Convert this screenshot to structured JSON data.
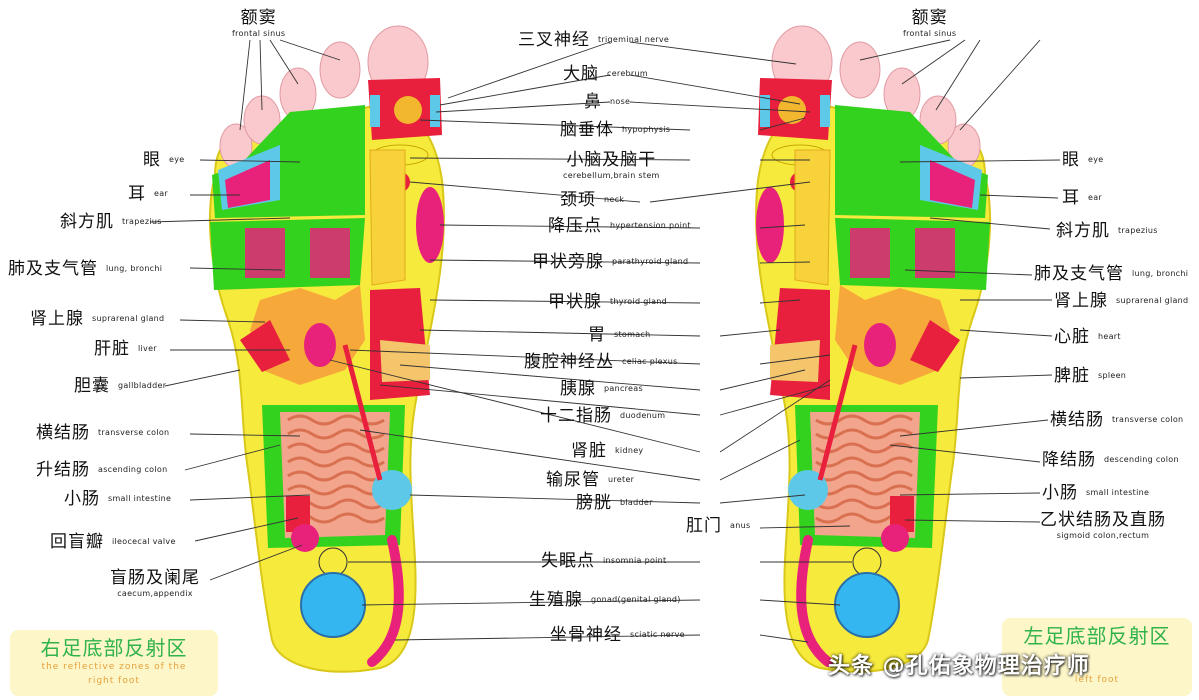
{
  "center_labels": [
    {
      "id": "trigeminal",
      "zh": "三叉神经",
      "en": "trigeminal nerve"
    },
    {
      "id": "cerebrum",
      "zh": "大脑",
      "en": "cerebrum"
    },
    {
      "id": "nose",
      "zh": "鼻",
      "en": "nose"
    },
    {
      "id": "hypophysis",
      "zh": "脑垂体",
      "en": "hypophysis"
    },
    {
      "id": "cerebellum",
      "zh": "小脑及脑干",
      "en": "cerebellum,brain stem"
    },
    {
      "id": "neck",
      "zh": "颈项",
      "en": "neck"
    },
    {
      "id": "hypertension",
      "zh": "降压点",
      "en": "hypertension point"
    },
    {
      "id": "parathyroid",
      "zh": "甲状旁腺",
      "en": "parathyroid gland"
    },
    {
      "id": "thyroid",
      "zh": "甲状腺",
      "en": "thyroid gland"
    },
    {
      "id": "stomach",
      "zh": "胃",
      "en": "stomach"
    },
    {
      "id": "celiac",
      "zh": "腹腔神经丛",
      "en": "celiac plexus"
    },
    {
      "id": "pancreas",
      "zh": "胰腺",
      "en": "pancreas"
    },
    {
      "id": "duodenum",
      "zh": "十二指肠",
      "en": "duodenum"
    },
    {
      "id": "kidney",
      "zh": "肾脏",
      "en": "kidney"
    },
    {
      "id": "ureter",
      "zh": "输尿管",
      "en": "ureter"
    },
    {
      "id": "bladder",
      "zh": "膀胱",
      "en": "bladder"
    },
    {
      "id": "insomnia",
      "zh": "失眠点",
      "en": "insomnia point"
    },
    {
      "id": "gonad",
      "zh": "生殖腺",
      "en": "gonad(genital gland)"
    },
    {
      "id": "sciatic",
      "zh": "坐骨神经",
      "en": "sciatic nerve"
    }
  ],
  "left_labels": [
    {
      "id": "frontal-sinus-left",
      "zh": "额窦",
      "en": "frontal sinus"
    },
    {
      "id": "eye-left",
      "zh": "眼",
      "en": "eye"
    },
    {
      "id": "ear-left",
      "zh": "耳",
      "en": "ear"
    },
    {
      "id": "trapezius-left",
      "zh": "斜方肌",
      "en": "trapezius"
    },
    {
      "id": "lung-left",
      "zh": "肺及支气管",
      "en": "lung, bronchi"
    },
    {
      "id": "suprarenal-left",
      "zh": "肾上腺",
      "en": "suprarenal gland"
    },
    {
      "id": "liver",
      "zh": "肝脏",
      "en": "liver"
    },
    {
      "id": "gallbladder",
      "zh": "胆囊",
      "en": "gallbladder"
    },
    {
      "id": "transverse-left",
      "zh": "横结肠",
      "en": "transverse colon"
    },
    {
      "id": "ascending",
      "zh": "升结肠",
      "en": "ascending colon"
    },
    {
      "id": "small-left",
      "zh": "小肠",
      "en": "small intestine"
    },
    {
      "id": "ileocecal",
      "zh": "回盲瓣",
      "en": "ileocecal valve"
    },
    {
      "id": "caecum",
      "zh": "盲肠及阑尾",
      "en": "caecum,appendix"
    }
  ],
  "right_labels": [
    {
      "id": "frontal-sinus-right",
      "zh": "额窦",
      "en": "frontal sinus"
    },
    {
      "id": "eye-right",
      "zh": "眼",
      "en": "eye"
    },
    {
      "id": "ear-right",
      "zh": "耳",
      "en": "ear"
    },
    {
      "id": "trapezius-right",
      "zh": "斜方肌",
      "en": "trapezius"
    },
    {
      "id": "lung-right",
      "zh": "肺及支气管",
      "en": "lung, bronchi"
    },
    {
      "id": "suprarenal-right",
      "zh": "肾上腺",
      "en": "suprarenal gland"
    },
    {
      "id": "heart",
      "zh": "心脏",
      "en": "heart"
    },
    {
      "id": "spleen",
      "zh": "脾脏",
      "en": "spleen"
    },
    {
      "id": "transverse-right",
      "zh": "横结肠",
      "en": "transverse colon"
    },
    {
      "id": "descending",
      "zh": "降结肠",
      "en": "descending colon"
    },
    {
      "id": "small-right",
      "zh": "小肠",
      "en": "small intestine"
    },
    {
      "id": "anus",
      "zh": "肛门",
      "en": "anus"
    },
    {
      "id": "sigmoid",
      "zh": "乙状结肠及直肠",
      "en": "sigmoid colon,rectum"
    }
  ],
  "titles": {
    "right_foot_zh": "右足底部反射区",
    "right_foot_en_1": "the reflective zones of the",
    "right_foot_en_2": "right foot",
    "left_foot_zh": "左足底部反射区",
    "left_foot_en": "left foot"
  },
  "watermark": "头条 @孔佑象物理治疗师",
  "colors": {
    "foot_yellow": "#f6ea3c",
    "zone_green": "#33d21e",
    "zone_red": "#e81f3d",
    "zone_magenta": "#e8227a",
    "zone_cyan": "#5ec8e8",
    "zone_orange": "#f7a83a",
    "toe_pink": "#f9c9cd",
    "title_green": "#2fb34a",
    "title_orange": "#e6a23c"
  }
}
